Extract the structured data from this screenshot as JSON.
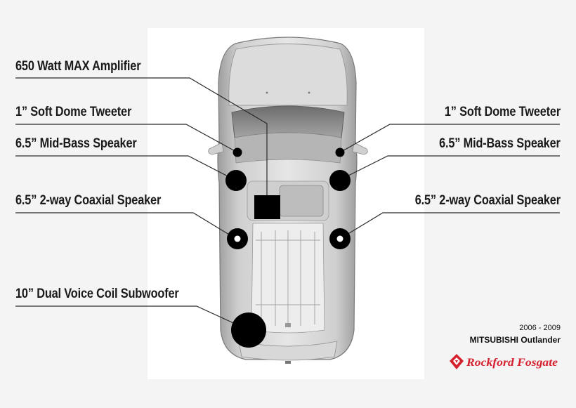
{
  "labels": {
    "amplifier": "650 Watt MAX Amplifier",
    "tweeter_left": "1” Soft Dome Tweeter",
    "tweeter_right": "1” Soft Dome Tweeter",
    "midbass_left": "6.5” Mid-Bass Speaker",
    "midbass_right": "6.5” Mid-Bass Speaker",
    "coaxial_left": "6.5” 2-way Coaxial Speaker",
    "coaxial_right": "6.5” 2-way Coaxial Speaker",
    "subwoofer": "10” Dual Voice Coil Subwoofer"
  },
  "vehicle": {
    "years": "2006 - 2009",
    "model": "MITSUBISHI Outlander"
  },
  "brand": {
    "name": "Rockford Fosgate",
    "color": "#d5202e"
  },
  "colors": {
    "marker": "#000000",
    "text": "#1a1a1a",
    "line": "#2a2a2a",
    "car_body": "#c9c9c9",
    "car_roof": "#e2e2e2",
    "glass": "#8a8a8a"
  }
}
